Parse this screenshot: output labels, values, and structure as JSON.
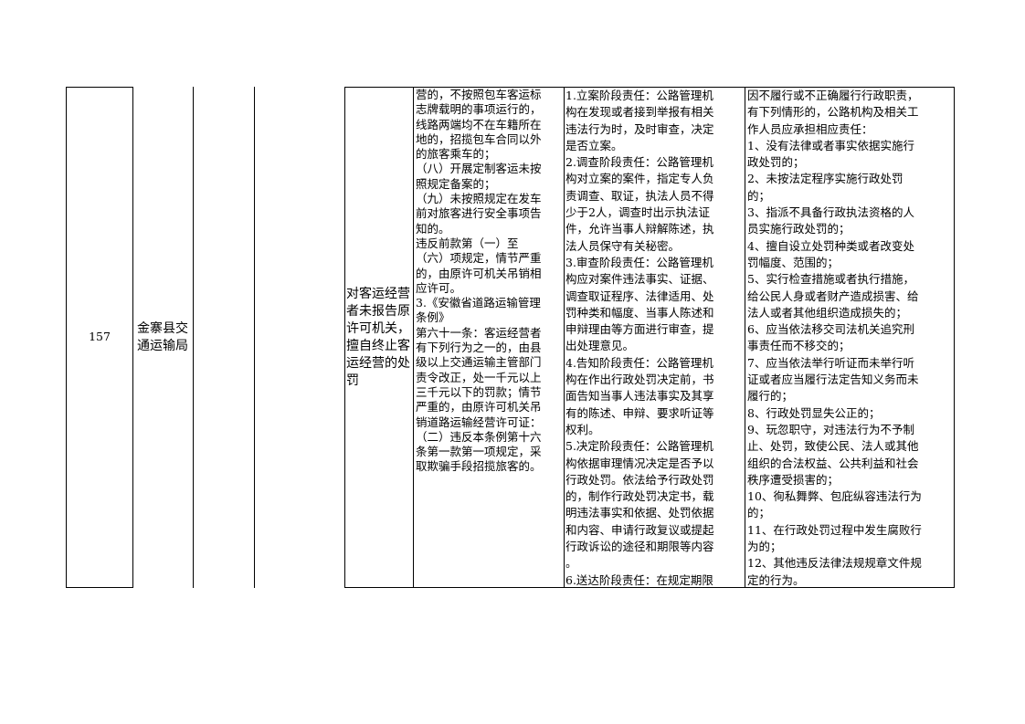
{
  "row": {
    "number": "157",
    "department": "金寨县交通运输局",
    "item_name": "对客运经营者未报告原许可机关，擅自终止客运经营的处罚",
    "basis_text": [
      "营的，不按照包车客运标",
      "志牌载明的事项运行的，",
      "线路两端均不在车籍所在",
      "地的，招揽包车合同以外",
      "的旅客乘车的；",
      "（八）开展定制客运未按",
      "照规定备案的；",
      "（九）未按照规定在发车",
      "前对旅客进行安全事项告",
      "知的。",
      "违反前款第（一）至",
      "（六）项规定，情节严重",
      "的，由原许可机关吊销相",
      "应许可。",
      "3.《安徽省道路运输管理",
      "条例》",
      "第六十一条：客运经营者",
      "有下列行为之一的，由县",
      "级以上交通运输主管部门",
      "责令改正，处一千元以上",
      "三千元以下的罚款；情节",
      "严重的，由原许可机关吊",
      "销道路运输经营许可证：",
      "（二）违反本条例第十六",
      "条第一款第一项规定，采",
      "取欺骗手段招揽旅客的。"
    ],
    "responsibility_text": [
      "1.立案阶段责任：公路管理机",
      "构在发现或者接到举报有相关",
      "违法行为时，及时审查，决定",
      "是否立案。",
      "2.调查阶段责任：公路管理机",
      "构对立案的案件，指定专人负",
      "责调查、取证，执法人员不得",
      "少于2人，调查时出示执法证",
      "件，允许当事人辩解陈述，执",
      "法人员保守有关秘密。",
      "3.审查阶段责任：公路管理机",
      "构应对案件违法事实、证据、",
      "调查取证程序、法律适用、处",
      "罚种类和幅度、当事人陈述和",
      "申辩理由等方面进行审查，提",
      "出处理意见。",
      "4.告知阶段责任：公路管理机",
      "构在作出行政处罚决定前，书",
      "面告知当事人违法事实及其享",
      "有的陈述、申辩、要求听证等",
      "权利。",
      "5.决定阶段责任：公路管理机",
      "构依据审理情况决定是否予以",
      "行政处罚。依法给予行政处罚",
      "的，制作行政处罚决定书，载",
      "明违法事实和依据、处罚依据",
      "和内容、申请行政复议或提起",
      "行政诉讼的途径和期限等内容",
      "。",
      "6.送达阶段责任：在规定期限"
    ],
    "accountability_text": [
      "因不履行或不正确履行行政职责，",
      "有下列情形的，公路机构及相关工",
      "作人员应承担相应责任：",
      "1、没有法律或者事实依据实施行",
      "政处罚的；",
      "2、未按法定程序实施行政处罚",
      "的；",
      "3、指派不具备行政执法资格的人",
      "员实施行政处罚的；",
      "4、擅自设立处罚种类或者改变处",
      "罚幅度、范围的；",
      "5、实行检查措施或者执行措施，",
      "给公民人身或者财产造成损害、给",
      "法人或者其他组织造成损失的；",
      "6、应当依法移交司法机关追究刑",
      "事责任而不移交的；",
      "7、应当依法举行听证而未举行听",
      "证或者应当履行法定告知义务而未",
      "履行的；",
      "8、行政处罚显失公正的；",
      "9、玩忽职守，对违法行为不予制",
      "止、处罚，致使公民、法人或其他",
      "组织的合法权益、公共利益和社会",
      "秩序遭受损害的；",
      "10、徇私舞弊、包庇纵容违法行为",
      "的；",
      "11、在行政处罚过程中发生腐败行",
      "为的；",
      "12、其他违反法律法规规章文件规",
      "定的行为。"
    ]
  }
}
